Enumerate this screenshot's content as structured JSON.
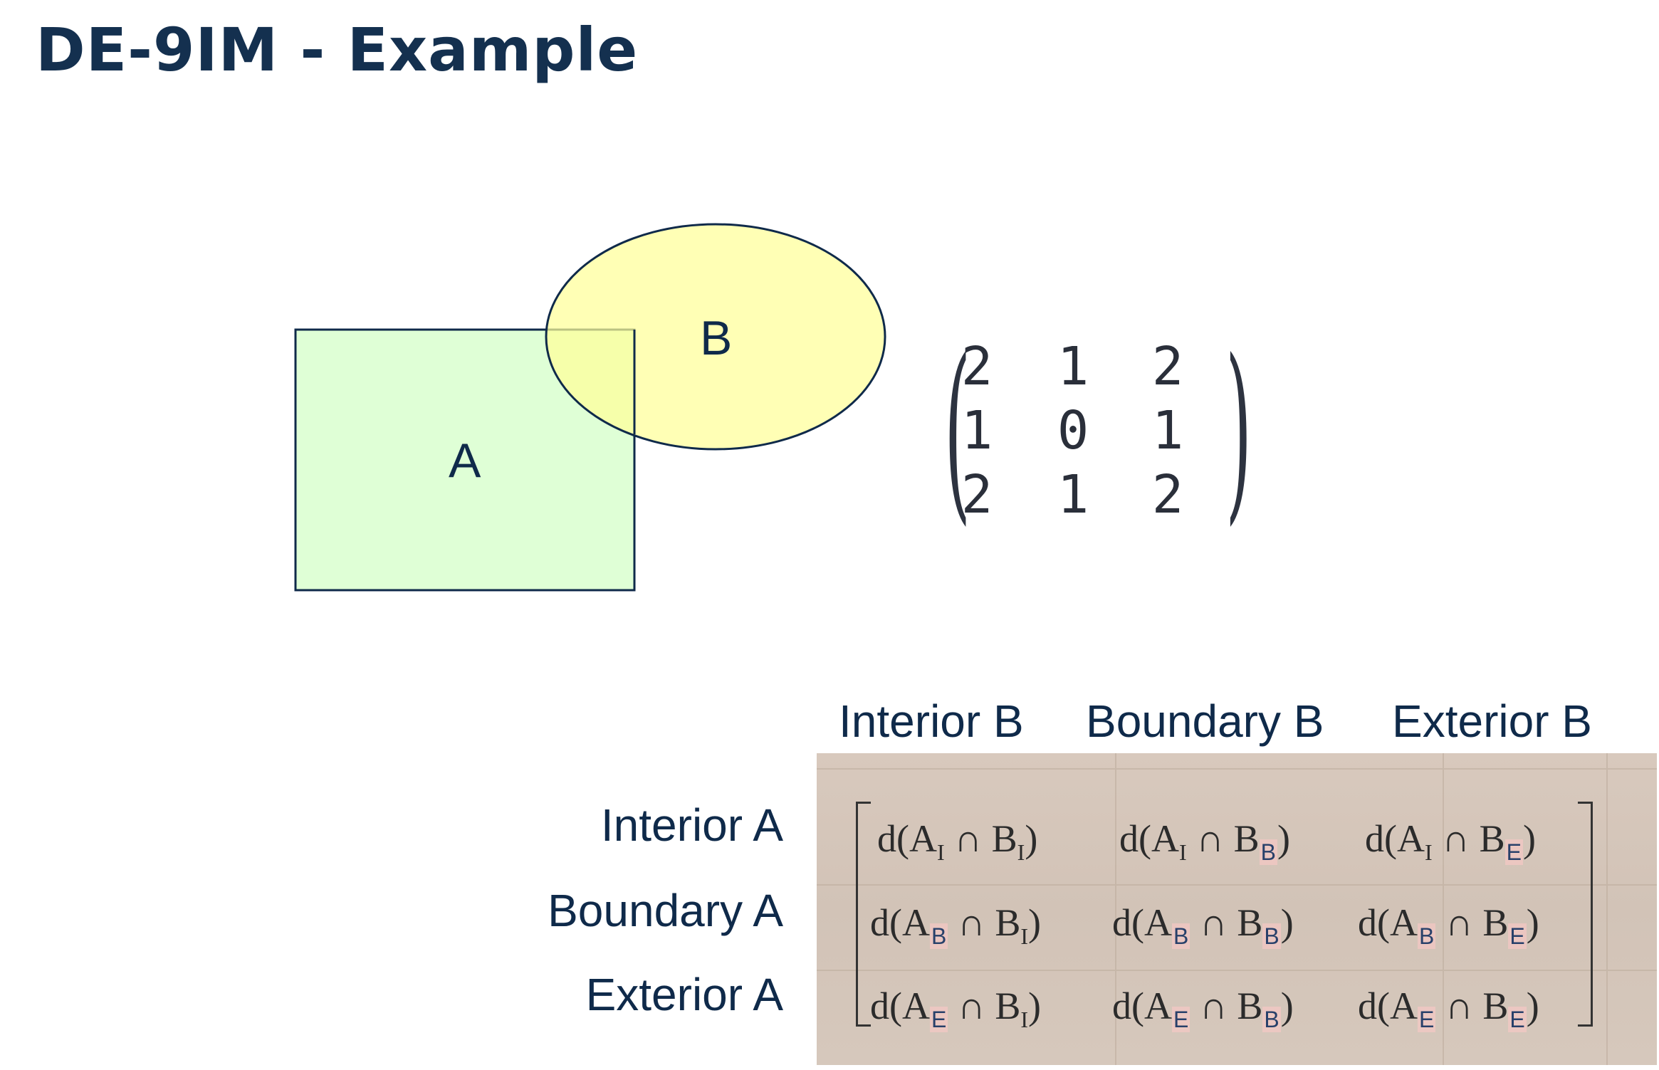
{
  "title": "DE-9IM - Example",
  "shapes": {
    "a_label": "A",
    "b_label": "B",
    "a_fill": "#dfffd6",
    "b_fill": "#ffff99",
    "outline": "#0f2a4a"
  },
  "dim_matrix": {
    "rows": [
      [
        "2",
        "1",
        "2"
      ],
      [
        "1",
        "0",
        "1"
      ],
      [
        "2",
        "1",
        "2"
      ]
    ]
  },
  "table": {
    "column_headers": [
      "Interior B",
      "Boundary B",
      "Exterior B"
    ],
    "row_headers": [
      "Interior A",
      "Boundary A",
      "Exterior A"
    ],
    "cells": [
      [
        {
          "prefix": "d(A",
          "sub_a": "I",
          "mid": " ∩ B",
          "sub_b": "I",
          "suffix": ")"
        },
        {
          "prefix": "d(A",
          "sub_a": "I",
          "mid": " ∩ B",
          "sub_b": "B",
          "suffix": ")"
        },
        {
          "prefix": "d(A",
          "sub_a": "I",
          "mid": " ∩ B",
          "sub_b": "E",
          "suffix": ")"
        }
      ],
      [
        {
          "prefix": "d(A",
          "sub_a": "B",
          "mid": " ∩ B",
          "sub_b": "I",
          "suffix": ")"
        },
        {
          "prefix": "d(A",
          "sub_a": "B",
          "mid": " ∩ B",
          "sub_b": "B",
          "suffix": ")"
        },
        {
          "prefix": "d(A",
          "sub_a": "B",
          "mid": " ∩ B",
          "sub_b": "E",
          "suffix": ")"
        }
      ],
      [
        {
          "prefix": "d(A",
          "sub_a": "E",
          "mid": " ∩ B",
          "sub_b": "I",
          "suffix": ")"
        },
        {
          "prefix": "d(A",
          "sub_a": "E",
          "mid": " ∩ B",
          "sub_b": "B",
          "suffix": ")"
        },
        {
          "prefix": "d(A",
          "sub_a": "E",
          "mid": " ∩ B",
          "sub_b": "E",
          "suffix": ")"
        }
      ]
    ]
  }
}
